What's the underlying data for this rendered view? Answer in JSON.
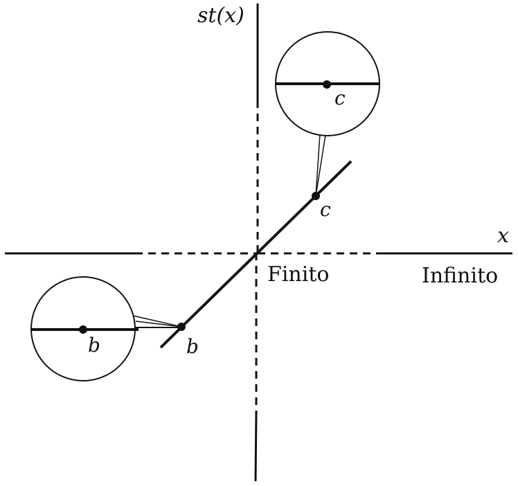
{
  "axes": {
    "y_label": "st(x)",
    "x_label": "x",
    "finite_label": "Finito",
    "infinite_label": "Infinito"
  },
  "points": {
    "b_label": "b",
    "c_label": "c"
  },
  "magnifiers": {
    "b_label": "b",
    "c_label": "c"
  }
}
